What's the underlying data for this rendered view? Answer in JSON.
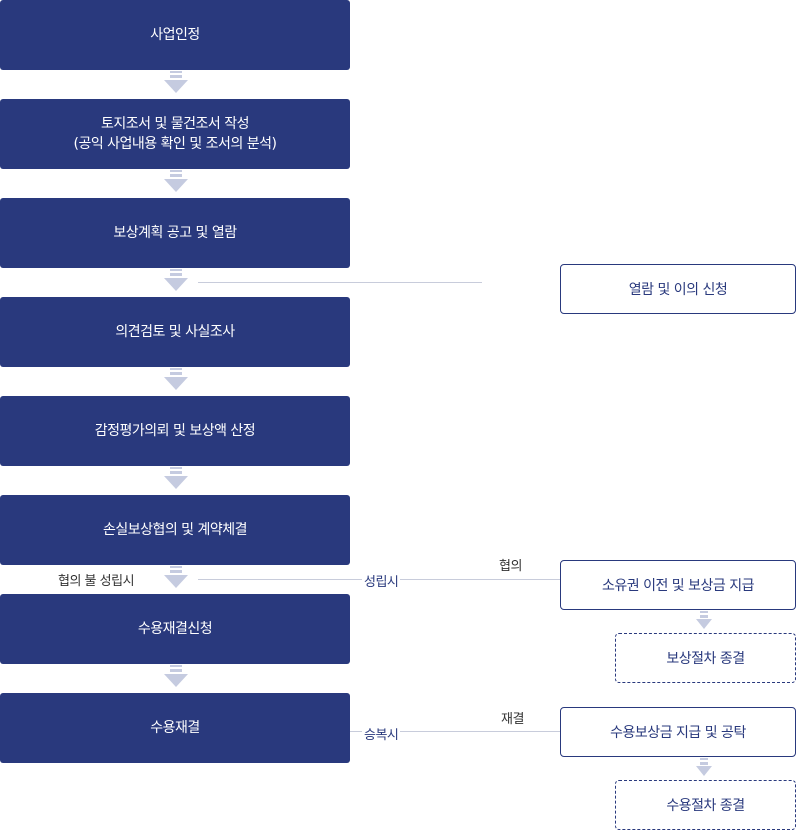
{
  "steps": [
    {
      "line1": "사업인정",
      "line2": ""
    },
    {
      "line1": "토지조서 및 물건조서 작성",
      "line2": "(공익 사업내용 확인 및 조서의 분석)"
    },
    {
      "line1": "보상계획 공고 및 열람",
      "line2": ""
    },
    {
      "line1": "의견검토 및 사실조사",
      "line2": ""
    },
    {
      "line1": "감정평가의뢰 및 보상액 산정",
      "line2": ""
    },
    {
      "line1": "손실보상협의 및 계약체결",
      "line2": ""
    },
    {
      "line1": "수용재결신청",
      "line2": ""
    },
    {
      "line1": "수용재결",
      "line2": ""
    }
  ],
  "side": {
    "objection": "열람 및 이의 신청",
    "transfer": "소유권 이전 및 보상금 지급",
    "end1": "보상절차 종결",
    "deposit": "수용보상금 지급 및 공탁",
    "end2": "수용절차 종결"
  },
  "labels": {
    "no_agreement": "협의 불 성립시",
    "agreement_made": "성립시",
    "agreement": "협의",
    "accepted": "승복시",
    "ruling": "재결"
  },
  "colors": {
    "primary": "#29397d",
    "arrow": "#c5cbe0",
    "line": "#c8ccdb"
  }
}
